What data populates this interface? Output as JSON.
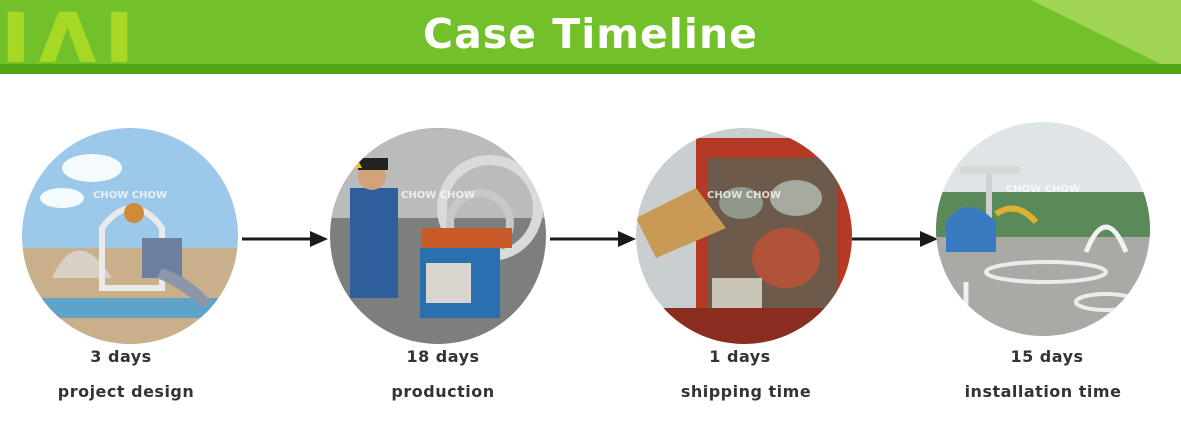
{
  "banner": {
    "title": "Case Timeline"
  },
  "steps": [
    {
      "days": "3 days",
      "label": "project design",
      "icon": "playground-render-photo"
    },
    {
      "days": "18 days",
      "label": "production",
      "icon": "factory-worker-photo"
    },
    {
      "days": "1 days",
      "label": "shipping time",
      "icon": "container-loading-photo"
    },
    {
      "days": "15 days",
      "label": "installation time",
      "icon": "installation-site-photo"
    }
  ],
  "colors": {
    "banner_green": "#73c12a",
    "banner_stripe": "#4ea614",
    "text": "#333333",
    "arrow": "#1a1a1a"
  }
}
